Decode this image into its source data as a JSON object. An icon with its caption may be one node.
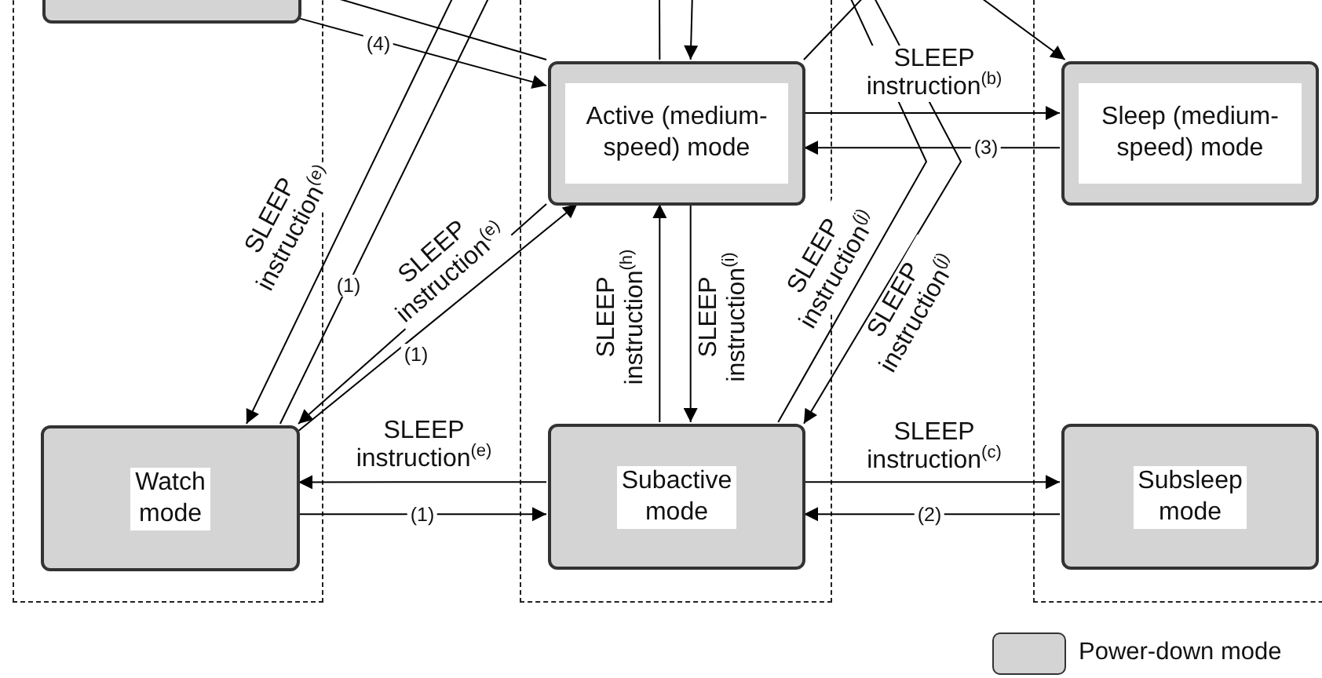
{
  "diagram": {
    "nodes": [
      {
        "text": [],
        "shape": "box"
      },
      {
        "text": [],
        "shape": "box",
        "in": 0
      },
      {
        "text": [],
        "shape": "box"
      },
      {
        "text": [
          "Active (medium-speed) mode"
        ],
        "in": 2
      },
      {
        "text": [],
        "shape": "box"
      },
      {
        "text": [
          "Sleep (medium-speed) mode"
        ],
        "in": 4
      },
      {
        "text": [
          "Watch mode"
        ],
        "in": 0
      },
      {
        "text": [
          "Subactive mode"
        ],
        "in": 2
      },
      {
        "text": [
          "Subsleep mode"
        ],
        "in": 4
      }
    ],
    "edges": [
      {
        "from": 1,
        "to": 3,
        "arrow": "to",
        "label": "(4)"
      },
      {
        "from": 3,
        "to": 1,
        "arrow": "to"
      },
      {
        "from": null,
        "to": 6,
        "arrow": "to",
        "label": "SLEEP instruction$^{(e)}$"
      },
      {
        "from": 6,
        "to": null,
        "arrow": "none",
        "label": "(1)"
      },
      {
        "from": 3,
        "to": 6,
        "arrow": "to",
        "label": "SLEEP instruction$^{(e)}$"
      },
      {
        "from": 6,
        "to": 3,
        "arrow": "to",
        "label": "(1)"
      },
      {
        "from": 7,
        "to": 6,
        "arrow": "to",
        "label": "SLEEP instruction$^{(e)}$"
      },
      {
        "from": 6,
        "to": 7,
        "arrow": "to",
        "label": "(1)"
      },
      {
        "from": 7,
        "to": 3,
        "arrow": "to",
        "label": "SLEEP instruction$^{(h)}$"
      },
      {
        "from": 3,
        "to": 7,
        "arrow": "to",
        "label": "SLEEP instruction$^{(i)}$"
      },
      {
        "from": 3,
        "to": 5,
        "arrow": "to",
        "label": "SLEEP instruction$^{(b)}$"
      },
      {
        "from": 5,
        "to": 3,
        "arrow": "to",
        "label": "(3)"
      },
      {
        "from": 7,
        "to": 8,
        "arrow": "to",
        "label": "SLEEP instruction$^{(c)}$"
      },
      {
        "from": 8,
        "to": 7,
        "arrow": "to",
        "label": "(2)"
      },
      {
        "from": null,
        "to": 3,
        "arrow": "to"
      },
      {
        "from": 3,
        "to": null,
        "arrow": "none"
      },
      {
        "from": 3,
        "to": null,
        "arrow": "none"
      },
      {
        "from": null,
        "to": 5,
        "arrow": "to"
      },
      {
        "from": 7,
        "to": null,
        "arrow": "none",
        "label": "SLEEP instruction$^{(j)}$"
      },
      {
        "from": null,
        "to": 7,
        "arrow": "to",
        "label": "SLEEP instruction$^{(j)}$"
      }
    ],
    "legend": [
      {
        "text": "Power-down mode",
        "color": "#d4d4d4"
      }
    ]
  }
}
